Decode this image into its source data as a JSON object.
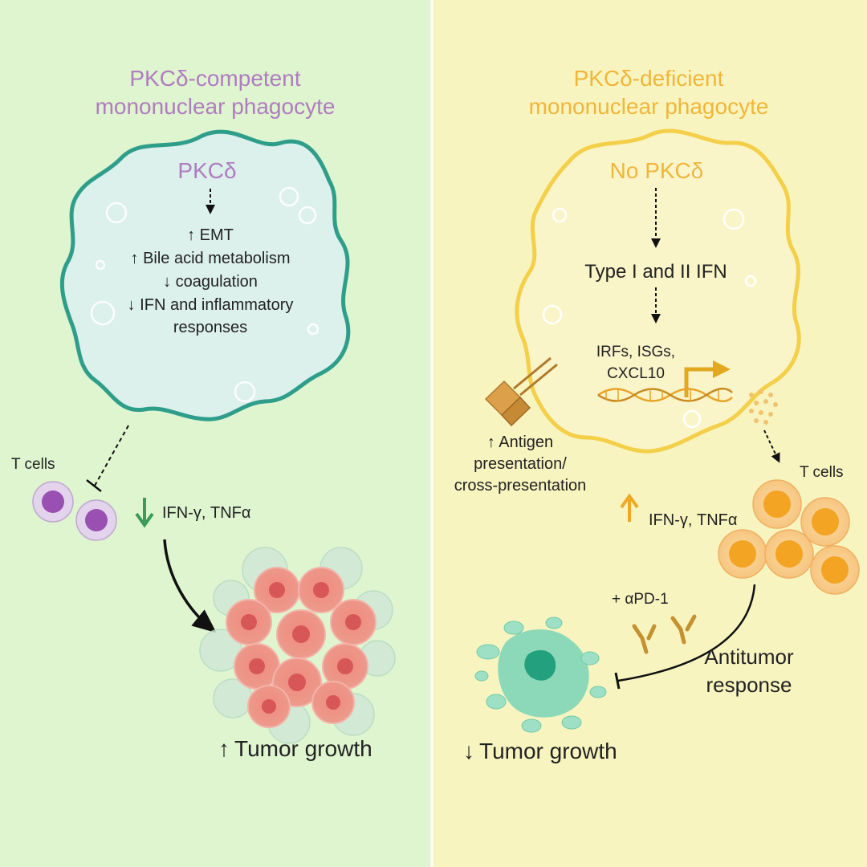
{
  "left_panel": {
    "title_line1": "PKCδ-competent",
    "title_line2": "mononuclear phagocyte",
    "cell_label": "PKCδ",
    "effects": [
      "↑ EMT",
      "↑ Bile acid metabolism",
      "↓ coagulation",
      "↓ IFN and inflammatory",
      "responses"
    ],
    "t_cells_label": "T cells",
    "cytokines": "IFN-γ, TNFα",
    "outcome": "Tumor growth",
    "outcome_arrow": "↑"
  },
  "right_panel": {
    "title_line1": "PKCδ-deficient",
    "title_line2": "mononuclear phagocyte",
    "cell_label": "No PKCδ",
    "ifn_label": "Type I and II IFN",
    "genes_line1": "IRFs, ISGs,",
    "genes_line2": "CXCL10",
    "antigen_line1": "↑ Antigen",
    "antigen_line2": "presentation/",
    "antigen_line3": "cross-presentation",
    "t_cells_label": "T cells",
    "cytokines": "IFN-γ, TNFα",
    "treatment": "+ αPD-1",
    "response_line1": "Antitumor",
    "response_line2": "response",
    "outcome": "Tumor growth",
    "outcome_arrow": "↓"
  },
  "colors": {
    "left_bg": "#dff5d0",
    "right_bg": "#f8f4c0",
    "purple_title": "#b07cc0",
    "teal_outline": "#2e9e8a",
    "teal_fill": "#dcf0ec",
    "orange_title": "#f0b63a",
    "orange_cell": "#f3a423",
    "text_dark": "#222222",
    "green_arrow": "#3c9a5a",
    "tumor_red": "#e8837a",
    "dead_tumor_teal": "#6fd0b0"
  }
}
